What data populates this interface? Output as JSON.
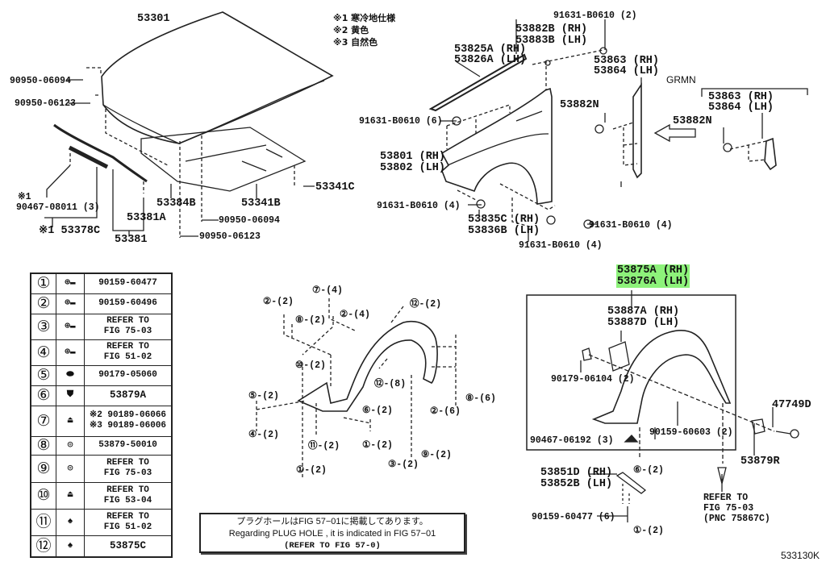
{
  "notes": {
    "n1": "※1 寒冷地仕様",
    "n2": "※2 黄色",
    "n3": "※3 自然色"
  },
  "hood": {
    "hood": "53301",
    "grommet_a": "90950-06094",
    "grommet_b": "90950-06123",
    "mark1": "※1",
    "screw": "90467-08011 (3)",
    "seal_set": "※1 53378C",
    "seal_a": "53381A",
    "seal": "53381",
    "cushion": "53384B",
    "insulator": "53341B",
    "clip": "53341C",
    "grommet_c": "90950-06094",
    "grommet_d": "90950-06123"
  },
  "fender": {
    "bolt_top": "91631-B0610 (2)",
    "cushion_rh": "53882B (RH)",
    "cushion_lh": "53883B (LH)",
    "moulding_rh": "53825A (RH)",
    "moulding_lh": "53826A (LH)",
    "bolt_side": "91631-B0610 (6)",
    "fender_rh": "53801 (RH)",
    "fender_lh": "53802 (LH)",
    "bolt_front": "91631-B0610 (4)",
    "bracket_rh": "53835C (RH)",
    "bracket_lh": "53836B (LH)",
    "bolt_bottom": "91631-B0610 (4)",
    "bolt_rear": "91631-B0610 (4)",
    "seal_rh": "53863 (RH)",
    "seal_lh": "53864 (LH)",
    "seal_clip": "53882N",
    "grmn": "GRMN",
    "grmn_seal_rh": "53863 (RH)",
    "grmn_seal_lh": "53864 (LH)",
    "grmn_clip": "53882N"
  },
  "legend": [
    {
      "num": "①",
      "part": "90159-60477"
    },
    {
      "num": "②",
      "part": "90159-60496"
    },
    {
      "num": "③",
      "part": "REFER TO",
      "part2": "FIG 75-03"
    },
    {
      "num": "④",
      "part": "REFER TO",
      "part2": "FIG 51-02"
    },
    {
      "num": "⑤",
      "part": "90179-05060"
    },
    {
      "num": "⑥",
      "part": "53879A"
    },
    {
      "num": "⑦",
      "part": "※2 90189-06066",
      "part2": "※3 90189-06006"
    },
    {
      "num": "⑧",
      "part": "53879-50010"
    },
    {
      "num": "⑨",
      "part": "REFER TO",
      "part2": "FIG 75-03"
    },
    {
      "num": "⑩",
      "part": "REFER TO",
      "part2": "FIG 53-04"
    },
    {
      "num": "⑪",
      "part": "REFER TO",
      "part2": "FIG 51-02"
    },
    {
      "num": "⑫",
      "part": "53875C"
    }
  ],
  "callouts": [
    "⑦-(4)",
    "②-(2)",
    "⑧-(2)",
    "②-(4)",
    "⑫-(2)",
    "⑩-(2)",
    "⑫-(8)",
    "⑤-(2)",
    "⑥-(2)",
    "②-(6)",
    "⑧-(6)",
    "④-(2)",
    "⑪-(2)",
    "①-(2)",
    "⑨-(2)",
    "③-(2)",
    "①-(2)"
  ],
  "note": {
    "jp": "プラグホールはFIG 57−01に掲載してあります。",
    "en": "Regarding  PLUG  HOLE , it is indicated in  FIG  57−01",
    "ref": "(REFER TO FIG 57-0)"
  },
  "liner": {
    "assy_rh": "53875A (RH)",
    "assy_lh": "53876A (LH)",
    "shield_rh": "53887A (RH)",
    "shield_lh": "53887D (LH)",
    "nut": "90179-06104 (2)",
    "bolt": "90159-60603 (2)",
    "screw": "90467-06192 (3)",
    "sensor_part": "47749D",
    "retainer": "53879R",
    "call_6": "⑥-(2)",
    "splash_rh": "53851D (RH)",
    "splash_lh": "53852B (LH)",
    "splash_bolt": "90159-60477 (6)",
    "call_1": "①-(2)",
    "ref1": "REFER TO",
    "ref2": "FIG 75-03",
    "ref3": "(PNC 75867C)"
  },
  "figure_code": "533130K",
  "highlight_color": "#8df27a"
}
